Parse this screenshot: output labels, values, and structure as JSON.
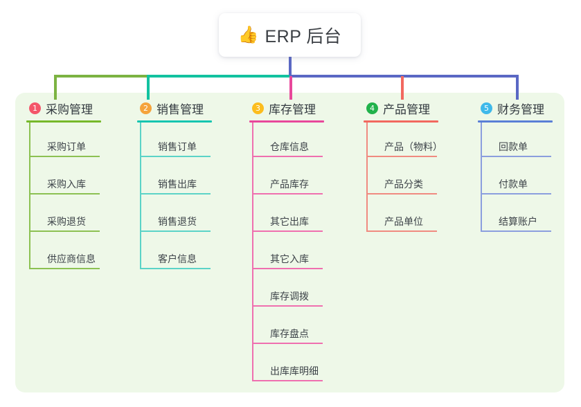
{
  "root": {
    "icon": "thumbs-up-icon",
    "emoji": "👍",
    "title": "ERP 后台"
  },
  "colors": {
    "panel_background": "#eef8e8",
    "root_stem": "#5a68c4",
    "connector_green": "#7cb342",
    "connector_teal": "#12c2a0",
    "connector_blue": "#5a68c4"
  },
  "columns": [
    {
      "badge": "1",
      "badge_color": "#f4566a",
      "accent": "#76b82a",
      "title": "采购管理",
      "items": [
        {
          "label": "采购订单"
        },
        {
          "label": "采购入库"
        },
        {
          "label": "采购退货"
        },
        {
          "label": "供应商信息"
        }
      ]
    },
    {
      "badge": "2",
      "badge_color": "#f5a33c",
      "accent": "#16c5b0",
      "title": "销售管理",
      "items": [
        {
          "label": "销售订单"
        },
        {
          "label": "销售出库"
        },
        {
          "label": "销售退货"
        },
        {
          "label": "客户信息"
        }
      ]
    },
    {
      "badge": "3",
      "badge_color": "#fcbd1e",
      "accent": "#e8489b",
      "title": "库存管理",
      "items": [
        {
          "label": "仓库信息"
        },
        {
          "label": "产品库存"
        },
        {
          "label": "其它出库"
        },
        {
          "label": "其它入库"
        },
        {
          "label": "库存调拨"
        },
        {
          "label": "库存盘点"
        },
        {
          "label": "出库库明细"
        }
      ]
    },
    {
      "badge": "4",
      "badge_color": "#21b24b",
      "accent": "#f2685f",
      "title": "产品管理",
      "items": [
        {
          "label": "产品（物料）"
        },
        {
          "label": "产品分类"
        },
        {
          "label": "产品单位"
        }
      ]
    },
    {
      "badge": "5",
      "badge_color": "#3fb9ea",
      "accent": "#5a7fd6",
      "title": "财务管理",
      "items": [
        {
          "label": "回款单"
        },
        {
          "label": "付款单"
        },
        {
          "label": "结算账户"
        }
      ]
    }
  ]
}
